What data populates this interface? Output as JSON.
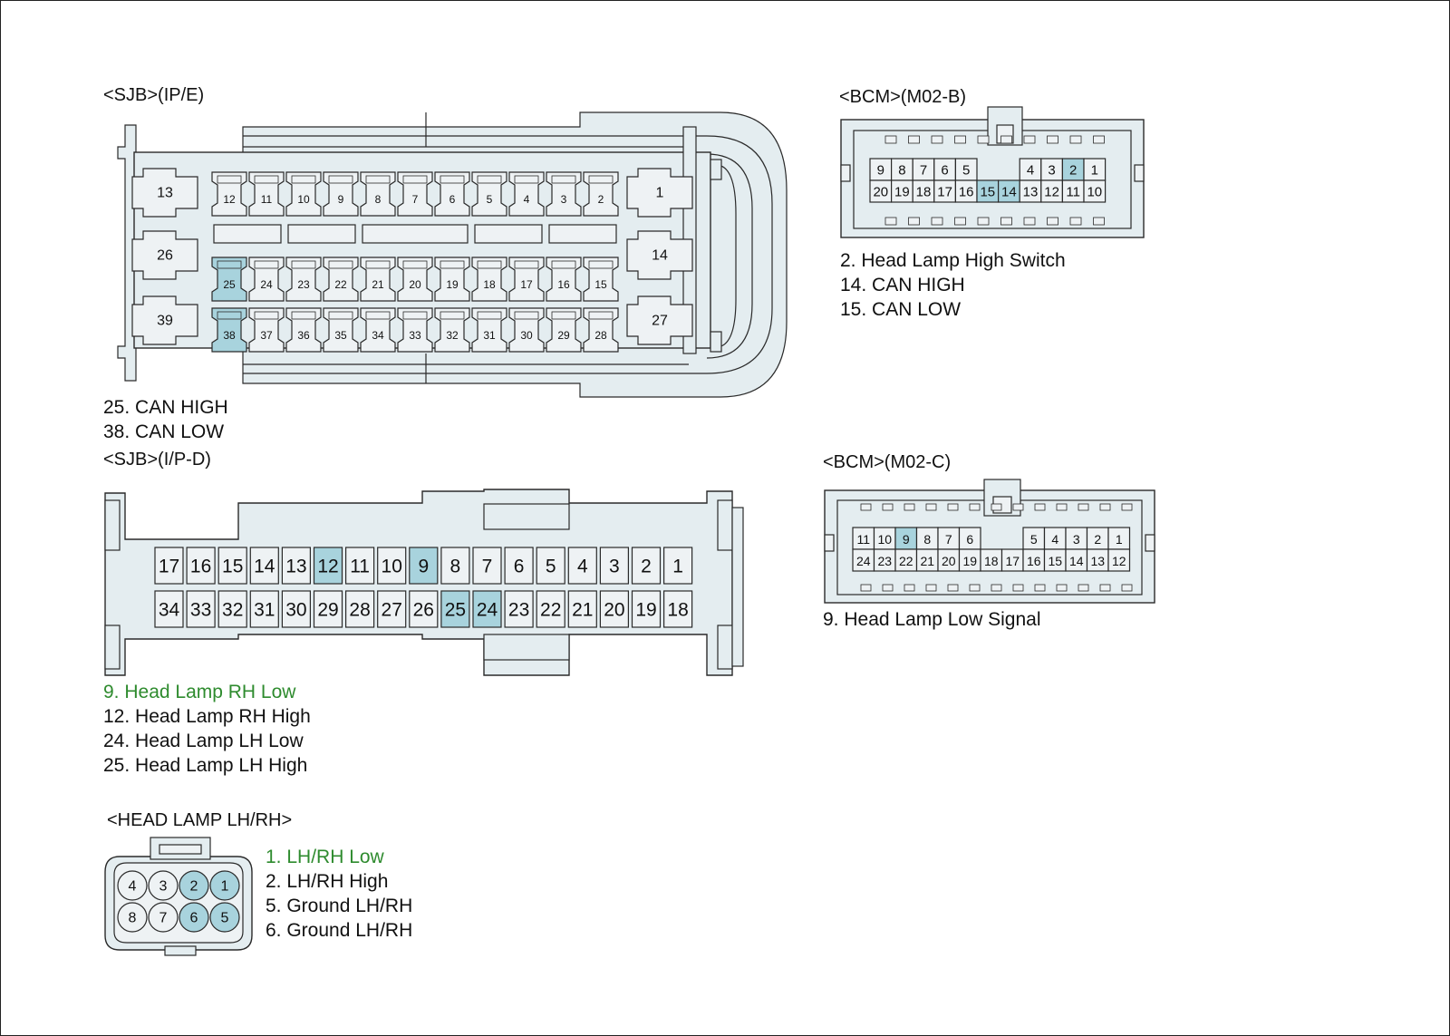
{
  "colors": {
    "body_fill": "#e4edf0",
    "pin_fill": "#eef2f4",
    "highlight": "#a8d3dd",
    "stroke": "#2a2a2a",
    "green": "#2e8b2e"
  },
  "ipe": {
    "title": "<SJB>(IP/E)",
    "big_pins": [
      "13",
      "26",
      "39",
      "1",
      "14",
      "27"
    ],
    "row1": [
      "12",
      "11",
      "10",
      "9",
      "8",
      "7",
      "6",
      "5",
      "4",
      "3",
      "2"
    ],
    "row2": [
      "25",
      "24",
      "23",
      "22",
      "21",
      "20",
      "19",
      "18",
      "17",
      "16",
      "15"
    ],
    "row3": [
      "38",
      "37",
      "36",
      "35",
      "34",
      "33",
      "32",
      "31",
      "30",
      "29",
      "28"
    ],
    "highlighted": [
      "25",
      "38"
    ],
    "notes": [
      "25. CAN HIGH",
      "38. CAN LOW"
    ]
  },
  "ipd": {
    "title": "<SJB>(I/P-D)",
    "row1": [
      "17",
      "16",
      "15",
      "14",
      "13",
      "12",
      "11",
      "10",
      "9",
      "8",
      "7",
      "6",
      "5",
      "4",
      "3",
      "2",
      "1"
    ],
    "row2": [
      "34",
      "33",
      "32",
      "31",
      "30",
      "29",
      "28",
      "27",
      "26",
      "25",
      "24",
      "23",
      "22",
      "21",
      "20",
      "19",
      "18"
    ],
    "highlighted": [
      "12",
      "9",
      "25",
      "24"
    ],
    "notes": [
      {
        "prefix": "9. Head Lamp RH Low",
        "suffix": "",
        "green_all": true
      },
      {
        "prefix": "12. Head Lamp RH High",
        "suffix": "",
        "green_all": false
      },
      {
        "prefix": "24. Head Lamp LH Low",
        "suffix": "",
        "green_all": false
      },
      {
        "prefix": "25. Head Lamp LH High",
        "suffix": "",
        "green_all": false
      }
    ]
  },
  "bcm_b": {
    "title": "<BCM>(M02-B)",
    "row1": [
      "9",
      "8",
      "7",
      "6",
      "5",
      "",
      "",
      "4",
      "3",
      "2",
      "1"
    ],
    "row2": [
      "20",
      "19",
      "18",
      "17",
      "16",
      "15",
      "14",
      "13",
      "12",
      "11",
      "10"
    ],
    "highlighted": [
      "2",
      "15",
      "14"
    ],
    "notes": [
      "2. Head Lamp High Switch",
      "14. CAN HIGH",
      "15. CAN LOW"
    ]
  },
  "bcm_c": {
    "title": "<BCM>(M02-C)",
    "row1": [
      "11",
      "10",
      "9",
      "8",
      "7",
      "6",
      "",
      "",
      "5",
      "4",
      "3",
      "2",
      "1"
    ],
    "row2": [
      "24",
      "23",
      "22",
      "21",
      "20",
      "19",
      "18",
      "17",
      "16",
      "15",
      "14",
      "13",
      "12"
    ],
    "highlighted": [
      "9"
    ],
    "notes": [
      "9. Head Lamp Low Signal"
    ]
  },
  "lamp": {
    "title": "<HEAD LAMP LH/RH>",
    "row1": [
      "4",
      "3",
      "2",
      "1"
    ],
    "row2": [
      "8",
      "7",
      "6",
      "5"
    ],
    "highlighted": [
      "2",
      "1",
      "6",
      "5"
    ],
    "notes": {
      "n1_prefix": "1. LH/",
      "n1_suffix": "RH Low",
      "n2": "2. LH/RH High",
      "n5": "5. Ground LH/RH",
      "n6": "6. Ground LH/RH"
    }
  }
}
